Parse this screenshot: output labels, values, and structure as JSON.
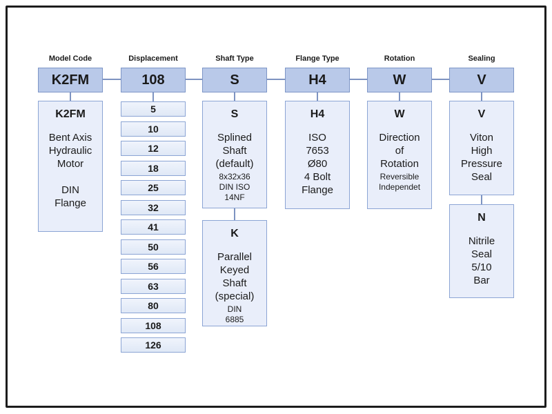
{
  "colors": {
    "header_fill": "#b9c9e9",
    "header_border": "#7d95c6",
    "option_fill": "#e9eefa",
    "option_border": "#8ba4d4",
    "connector": "#7d93c1",
    "frame_border": "#1c1c1c",
    "text": "#1a1a1a",
    "background": "#ffffff"
  },
  "columns": [
    {
      "id": "model-code",
      "label": "Model Code",
      "selected_code": "K2FM",
      "options": [
        {
          "code": "K2FM",
          "body": "Bent Axis\nHydraulic\nMotor\n\nDIN\nFlange",
          "note": ""
        }
      ]
    },
    {
      "id": "displacement",
      "label": "Displacement",
      "selected_code": "108",
      "values": [
        "5",
        "10",
        "12",
        "18",
        "25",
        "32",
        "41",
        "50",
        "56",
        "63",
        "80",
        "108",
        "126"
      ]
    },
    {
      "id": "shaft-type",
      "label": "Shaft Type",
      "selected_code": "S",
      "options": [
        {
          "code": "S",
          "body": "Splined\nShaft\n(default)",
          "note": "8x32x36\nDIN ISO\n14NF"
        },
        {
          "code": "K",
          "body": "Parallel\nKeyed\nShaft\n(special)",
          "note": "DIN\n6885"
        }
      ]
    },
    {
      "id": "flange-type",
      "label": "Flange Type",
      "selected_code": "H4",
      "options": [
        {
          "code": "H4",
          "body": "ISO\n7653\nØ80\n4 Bolt\nFlange",
          "note": ""
        }
      ]
    },
    {
      "id": "rotation",
      "label": "Rotation",
      "selected_code": "W",
      "options": [
        {
          "code": "W",
          "body": "Direction\nof\nRotation",
          "note": "Reversible\nIndependet"
        }
      ]
    },
    {
      "id": "sealing",
      "label": "Sealing",
      "selected_code": "V",
      "options": [
        {
          "code": "V",
          "body": "Viton\nHigh\nPressure\nSeal",
          "note": ""
        },
        {
          "code": "N",
          "body": "Nitrile\nSeal\n5/10\nBar",
          "note": ""
        }
      ]
    }
  ]
}
